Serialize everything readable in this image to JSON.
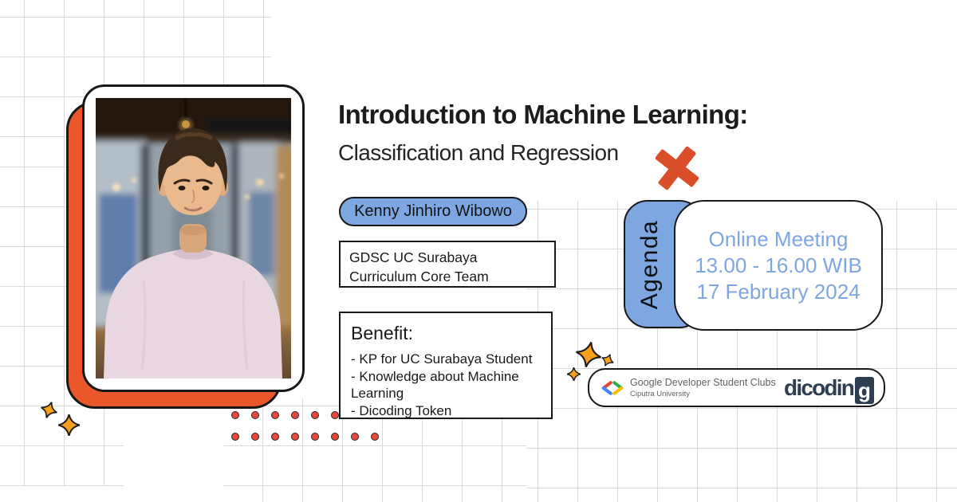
{
  "title": {
    "line1": "Introduction to Machine Learning:",
    "line2": "Classification and Regression"
  },
  "speaker": {
    "name": "Kenny Jinhiro Wibowo",
    "role": "GDSC UC Surabaya Curriculum Core Team"
  },
  "benefit": {
    "heading": "Benefit:",
    "items": [
      "- KP for UC Surabaya Student",
      "- Knowledge about Machine Learning",
      "- Dicoding Token"
    ]
  },
  "agenda": {
    "tab_label": "Agenda",
    "lines": [
      "Online Meeting",
      "13.00 - 16.00 WIB",
      "17 February 2024"
    ]
  },
  "footer": {
    "gdsc_label": "Google Developer Student Clubs",
    "gdsc_sublabel": "Ciputra University",
    "dicoding_prefix": "dicodin",
    "dicoding_suffix": "g"
  },
  "icons": {
    "gdsc_brackets": "gdsc-brackets-icon",
    "x_mark": "orange-x-decoration",
    "sparkles": "four-point-star-decoration"
  },
  "colors": {
    "accent_orange": "#E9572B",
    "x_orange": "#DB4E2A",
    "accent_blue": "#7EA6E0",
    "dot_red": "#E8483C",
    "sparkle_yellow": "#F6A01B",
    "dicoding_navy": "#2D3E50",
    "google_gray": "#5F6368",
    "grid_line": "#D9D9D9",
    "outline_black": "#181818"
  }
}
